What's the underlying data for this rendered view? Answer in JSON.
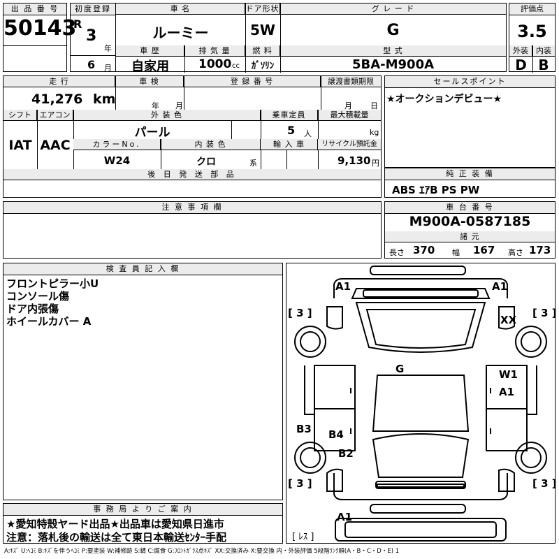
{
  "header": {
    "lot_label": "出 品 番 号",
    "lot_number": "50143",
    "first_reg_label": "初度登録",
    "era": "R",
    "year_num": "3",
    "year_unit": "年",
    "month_num": "6",
    "month_unit": "月",
    "car_name_label": "車 名",
    "car_name": "ルーミー",
    "door_label": "ドア形状",
    "door": "5W",
    "grade_label": "グ レ ー ド",
    "grade": "G",
    "score_label": "評価点",
    "score": "3.5",
    "history_label": "車 歴",
    "history": "自家用",
    "displacement_label": "排 気 量",
    "displacement": "1000",
    "displacement_unit": "cc",
    "fuel_label": "燃 料",
    "fuel": "ｶﾞｿﾘﾝ",
    "model_label": "型 式",
    "model": "5BA-M900A",
    "exterior_label": "外装",
    "exterior_grade": "D",
    "interior_label": "内装",
    "interior_grade": "B"
  },
  "row2": {
    "mileage_label": "走 行",
    "mileage": "41,276",
    "mileage_unit": "km",
    "inspection_label": "車 検",
    "insp_year_unit": "年",
    "insp_month_unit": "月",
    "plate_label": "登 録 番 号",
    "transfer_label": "譲渡書類期限",
    "transfer_month_unit": "月",
    "transfer_day_unit": "日",
    "shift_label": "シフト",
    "shift": "IAT",
    "ac_label": "エアコン",
    "ac": "AAC",
    "ext_color_label": "外 装 色",
    "ext_color": "パール",
    "capacity_label": "乗車定員",
    "capacity": "5",
    "capacity_unit": "人",
    "load_label": "最大積載量",
    "load_unit": "kg",
    "color_no_label": "カラーNo.",
    "color_no": "W24",
    "int_color_label": "内 装 色",
    "int_color": "クロ",
    "int_color_unit": "系",
    "import_label": "輸 入 車",
    "recycle_label": "リサイクル預託金",
    "recycle": "9,130",
    "recycle_unit": "円",
    "later_parts_label": "後 日 発 送 部 品",
    "sales_point_label": "セールスポイント",
    "sales_point": "★オークションデビュー★",
    "equipment_label": "純 正 装 備",
    "equipment": "ABS ｴｱB PS PW"
  },
  "notes": {
    "caution_label": "注 意 事 項 欄",
    "chassis_label": "車 台 番 号",
    "chassis": "M900A-0587185",
    "spec_label": "諸 元",
    "length_label": "長さ",
    "length": "370",
    "width_label": "幅",
    "width": "167",
    "height_label": "高さ",
    "height": "173"
  },
  "inspector": {
    "label": "検 査 員 記 入 欄",
    "lines": [
      "フロントピラー小U",
      "コンソール傷",
      "ドア内張傷",
      "ホイールカバー A"
    ]
  },
  "office": {
    "label": "事 務 局 よ り ご 案 内",
    "line1": "★愛知特殼ヤード出品★出品車は愛知県日進市",
    "line2": "注意：落札後の輸送は全て東日本輸送ｾﾝﾀｰ手配"
  },
  "diagram": {
    "marks": {
      "front_left": "A1",
      "front_right": "A1",
      "right_front_area": "XX",
      "roof": "G",
      "right_door_1": "W1",
      "right_door_2": "A1",
      "left_rear_fender": "B3",
      "left_rear_door": "B4",
      "left_rear_qtr": "B2",
      "rear_bumper": "A1",
      "tire_fl": "3",
      "tire_fr": "3",
      "tire_rl": "3",
      "tire_rr": "3",
      "spare": "ﾚｽ"
    }
  },
  "legend": "A:ｷｽﾞ  U:ﾍｺﾐ B:ｷｽﾞを伴うﾍｺﾐ P:要塗装 W:補修跡 S:錆 C:腐食 G:ﾌﾛﾝﾄｶﾞﾗｽ点ｷｽﾞ XX:交換済み X:要交換  内・外装評価  5段階ﾗﾝｸ順(A・B・C・D・E) 1"
}
